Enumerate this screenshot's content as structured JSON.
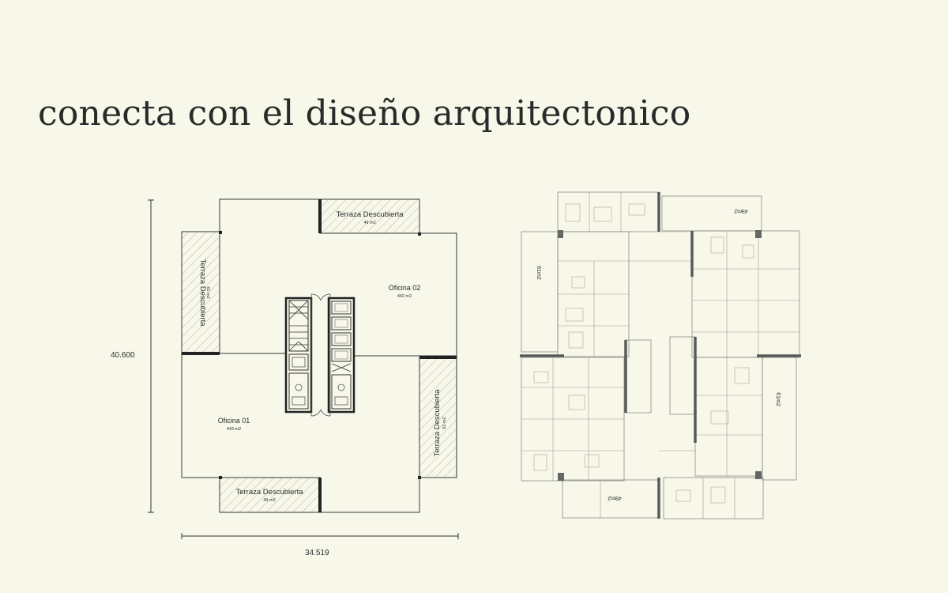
{
  "headline": "conecta con el diseño arquitectonico",
  "left_plan": {
    "dim_height": "40.600",
    "dim_width": "34.519",
    "terraces": [
      {
        "label": "Terraza Descubierta",
        "area": "49 m2"
      },
      {
        "label": "Terraza Descubierta",
        "area": "61 m2"
      },
      {
        "label": "Terraza Descubierta",
        "area": "61 m2"
      },
      {
        "label": "Terraza Descubierta",
        "area": "49 m2"
      }
    ],
    "offices": [
      {
        "label": "Oficina 02",
        "area": "442 m2"
      },
      {
        "label": "Oficina 01",
        "area": "443 m2"
      }
    ]
  },
  "right_plan": {
    "terrace_areas": [
      "49m2",
      "61m2",
      "61m2",
      "49m2"
    ]
  },
  "colors": {
    "background": "#f7f7ea",
    "line": "#3a3a3a",
    "thin_line": "#8a8a80",
    "wall": "#5a5a5a"
  }
}
